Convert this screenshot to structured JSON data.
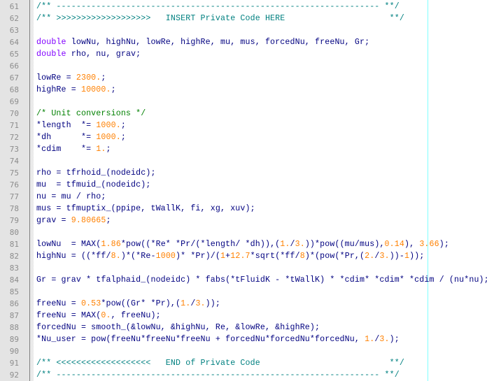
{
  "editor": {
    "colors": {
      "keyword": "#8000ff",
      "number": "#ff8000",
      "doc_comment": "#008080",
      "comment": "#008000",
      "identifier": "#000080",
      "line_number": "#8c8c8c",
      "gutter_bg": "#e4e4e4",
      "edge_line": "#80ffff"
    },
    "lines": [
      {
        "n": "61",
        "tokens": [
          {
            "t": "doc",
            "v": "/** ----------------------------------------------------------------- **/"
          }
        ]
      },
      {
        "n": "62",
        "tokens": [
          {
            "t": "doc",
            "v": "/** >>>>>>>>>>>>>>>>>>>   INSERT Private Code HERE                     **/"
          }
        ]
      },
      {
        "n": "63",
        "tokens": []
      },
      {
        "n": "64",
        "tokens": [
          {
            "t": "kw",
            "v": "double"
          },
          {
            "t": "id",
            "v": " lowNu, highNu, lowRe, highRe, mu, mus, forcedNu, freeNu, Gr;"
          }
        ]
      },
      {
        "n": "65",
        "tokens": [
          {
            "t": "kw",
            "v": "double"
          },
          {
            "t": "id",
            "v": " rho, nu, grav;"
          }
        ]
      },
      {
        "n": "66",
        "tokens": []
      },
      {
        "n": "67",
        "tokens": [
          {
            "t": "id",
            "v": "lowRe = "
          },
          {
            "t": "num",
            "v": "2300."
          },
          {
            "t": "id",
            "v": ";"
          }
        ]
      },
      {
        "n": "68",
        "tokens": [
          {
            "t": "id",
            "v": "highRe = "
          },
          {
            "t": "num",
            "v": "10000."
          },
          {
            "t": "id",
            "v": ";"
          }
        ]
      },
      {
        "n": "69",
        "tokens": []
      },
      {
        "n": "70",
        "tokens": [
          {
            "t": "cmt",
            "v": "/* Unit conversions */"
          }
        ]
      },
      {
        "n": "71",
        "tokens": [
          {
            "t": "id",
            "v": "*length  *= "
          },
          {
            "t": "num",
            "v": "1000."
          },
          {
            "t": "id",
            "v": ";"
          }
        ]
      },
      {
        "n": "72",
        "tokens": [
          {
            "t": "id",
            "v": "*dh      *= "
          },
          {
            "t": "num",
            "v": "1000."
          },
          {
            "t": "id",
            "v": ";"
          }
        ]
      },
      {
        "n": "73",
        "tokens": [
          {
            "t": "id",
            "v": "*cdim    *= "
          },
          {
            "t": "num",
            "v": "1."
          },
          {
            "t": "id",
            "v": ";"
          }
        ]
      },
      {
        "n": "74",
        "tokens": []
      },
      {
        "n": "75",
        "tokens": [
          {
            "t": "id",
            "v": "rho = tfrhoid_(nodeidc);"
          }
        ]
      },
      {
        "n": "76",
        "tokens": [
          {
            "t": "id",
            "v": "mu  = tfmuid_(nodeidc);"
          }
        ]
      },
      {
        "n": "77",
        "tokens": [
          {
            "t": "id",
            "v": "nu = mu / rho;"
          }
        ]
      },
      {
        "n": "78",
        "tokens": [
          {
            "t": "id",
            "v": "mus = tfmuptix_(ppipe, tWallK, fi, xg, xuv);"
          }
        ]
      },
      {
        "n": "79",
        "tokens": [
          {
            "t": "id",
            "v": "grav = "
          },
          {
            "t": "num",
            "v": "9.80665"
          },
          {
            "t": "id",
            "v": ";"
          }
        ]
      },
      {
        "n": "80",
        "tokens": []
      },
      {
        "n": "81",
        "tokens": [
          {
            "t": "id",
            "v": "lowNu  = MAX("
          },
          {
            "t": "num",
            "v": "1.86"
          },
          {
            "t": "id",
            "v": "*pow((*Re* *Pr/(*length/ *dh)),("
          },
          {
            "t": "num",
            "v": "1."
          },
          {
            "t": "id",
            "v": "/"
          },
          {
            "t": "num",
            "v": "3."
          },
          {
            "t": "id",
            "v": "))*pow((mu/mus),"
          },
          {
            "t": "num",
            "v": "0.14"
          },
          {
            "t": "id",
            "v": "), "
          },
          {
            "t": "num",
            "v": "3.66"
          },
          {
            "t": "id",
            "v": ");"
          }
        ]
      },
      {
        "n": "82",
        "tokens": [
          {
            "t": "id",
            "v": "highNu = ((*ff/"
          },
          {
            "t": "num",
            "v": "8."
          },
          {
            "t": "id",
            "v": ")*(*Re-"
          },
          {
            "t": "num",
            "v": "1000"
          },
          {
            "t": "id",
            "v": ")* *Pr)/("
          },
          {
            "t": "num",
            "v": "1"
          },
          {
            "t": "id",
            "v": "+"
          },
          {
            "t": "num",
            "v": "12.7"
          },
          {
            "t": "id",
            "v": "*sqrt(*ff/"
          },
          {
            "t": "num",
            "v": "8"
          },
          {
            "t": "id",
            "v": ")*(pow(*Pr,("
          },
          {
            "t": "num",
            "v": "2."
          },
          {
            "t": "id",
            "v": "/"
          },
          {
            "t": "num",
            "v": "3."
          },
          {
            "t": "id",
            "v": "))-"
          },
          {
            "t": "num",
            "v": "1"
          },
          {
            "t": "id",
            "v": "));"
          }
        ]
      },
      {
        "n": "83",
        "tokens": []
      },
      {
        "n": "84",
        "tokens": [
          {
            "t": "id",
            "v": "Gr = grav * tfalphaid_(nodeidc) * fabs(*tFluidK - *tWallK) * *cdim* *cdim* *cdim / (nu*nu);"
          }
        ]
      },
      {
        "n": "85",
        "tokens": []
      },
      {
        "n": "86",
        "tokens": [
          {
            "t": "id",
            "v": "freeNu = "
          },
          {
            "t": "num",
            "v": "0.53"
          },
          {
            "t": "id",
            "v": "*pow((Gr* *Pr),("
          },
          {
            "t": "num",
            "v": "1."
          },
          {
            "t": "id",
            "v": "/"
          },
          {
            "t": "num",
            "v": "3."
          },
          {
            "t": "id",
            "v": "));"
          }
        ]
      },
      {
        "n": "87",
        "tokens": [
          {
            "t": "id",
            "v": "freeNu = MAX("
          },
          {
            "t": "num",
            "v": "0."
          },
          {
            "t": "id",
            "v": ", freeNu);"
          }
        ]
      },
      {
        "n": "88",
        "tokens": [
          {
            "t": "id",
            "v": "forcedNu = smooth_(&lowNu, &highNu, Re, &lowRe, &highRe);"
          }
        ]
      },
      {
        "n": "89",
        "tokens": [
          {
            "t": "id",
            "v": "*Nu_user = pow(freeNu*freeNu*freeNu + forcedNu*forcedNu*forcedNu, "
          },
          {
            "t": "num",
            "v": "1."
          },
          {
            "t": "id",
            "v": "/"
          },
          {
            "t": "num",
            "v": "3."
          },
          {
            "t": "id",
            "v": ");"
          }
        ]
      },
      {
        "n": "90",
        "tokens": []
      },
      {
        "n": "91",
        "tokens": [
          {
            "t": "doc",
            "v": "/** <<<<<<<<<<<<<<<<<<<   END of Private Code                          **/"
          }
        ]
      },
      {
        "n": "92",
        "tokens": [
          {
            "t": "doc",
            "v": "/** ----------------------------------------------------------------- **/"
          }
        ]
      }
    ]
  }
}
